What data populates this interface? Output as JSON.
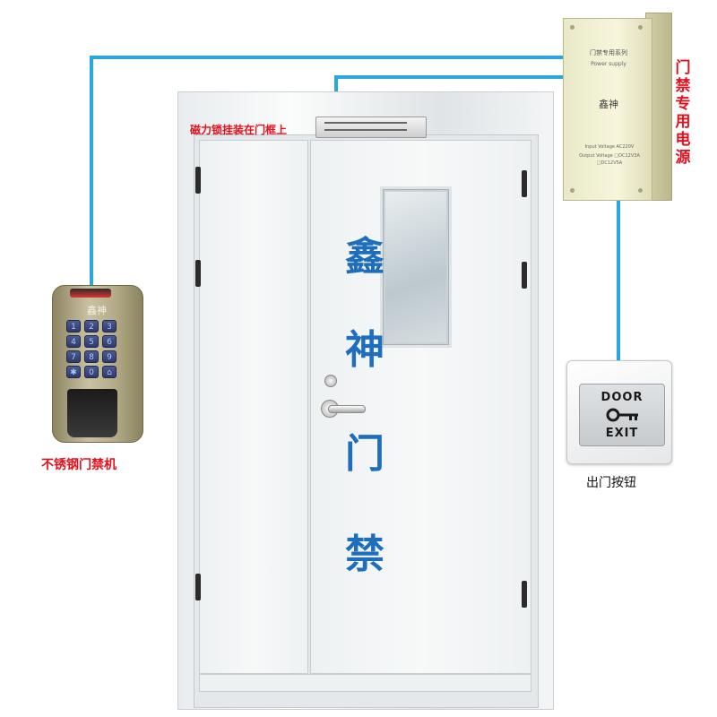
{
  "labels": {
    "magnetic_lock": "磁力锁挂装在门框上",
    "power_supply": "门禁专用电源",
    "keypad": "不锈钢门禁机",
    "exit_button": "出门按钮"
  },
  "door_text": [
    "鑫",
    "神",
    "门",
    "禁"
  ],
  "keypad": {
    "brand": "鑫神",
    "keys": [
      "1",
      "2",
      "3",
      "4",
      "5",
      "6",
      "7",
      "8",
      "9",
      "✱",
      "0",
      "⌂"
    ]
  },
  "power_supply_device": {
    "line1": "门禁专用系列",
    "line2": "Power supply",
    "brand": "鑫神",
    "spec1": "Input Voltage AC220V",
    "spec2": "Output Voltage □DC12V3A □DC12V5A"
  },
  "exit_button_device": {
    "top": "DOOR",
    "bottom": "EXIT"
  },
  "colors": {
    "wire": "#29a8e0",
    "label_red": "#e5101b",
    "door_text": "#1f6ebd"
  }
}
